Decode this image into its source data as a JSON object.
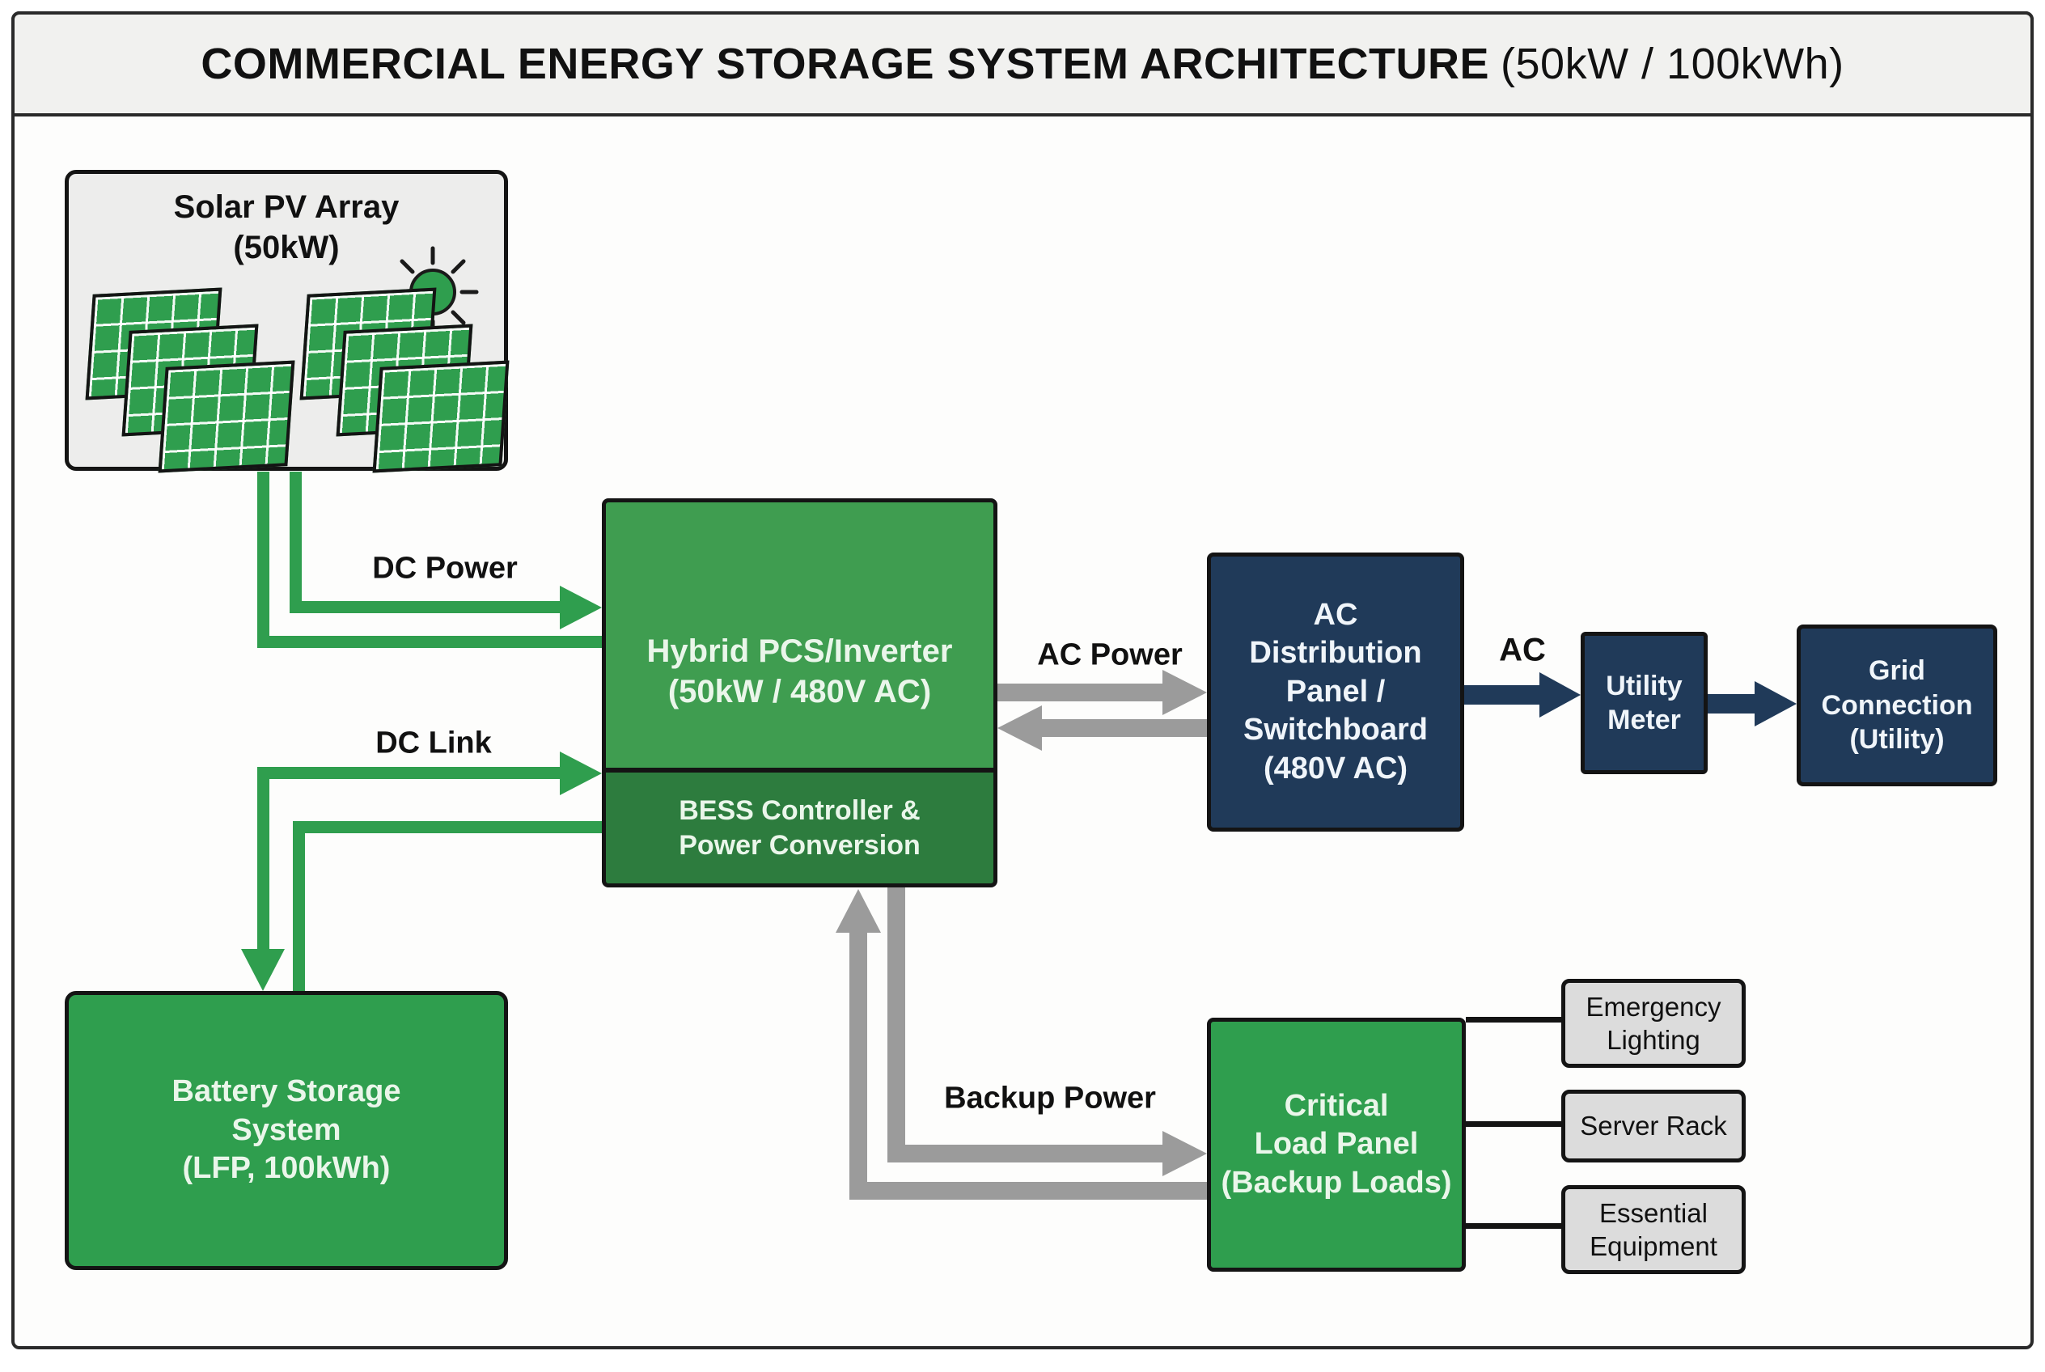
{
  "title": {
    "main": "COMMERCIAL ENERGY STORAGE SYSTEM ARCHITECTURE",
    "suffix": "(50kW / 100kWh)"
  },
  "palette": {
    "green": "#2f9e4e",
    "green_light_section": "#3f9d50",
    "green_dark_section": "#2d7c3e",
    "navy": "#203a59",
    "arrow_gray": "#9b9b9b",
    "load_box_gray": "#dcdcdc",
    "solar_box_gray": "#ededec",
    "outline_black": "#141414"
  },
  "nodes": {
    "solar": {
      "label": "Solar PV Array\n(50kW)"
    },
    "inverter": {
      "label": "Hybrid PCS/Inverter\n(50kW / 480V AC)"
    },
    "bess": {
      "label": "BESS Controller &\nPower Conversion"
    },
    "ac_panel": {
      "label": "AC\nDistribution\nPanel /\nSwitchboard\n(480V AC)"
    },
    "utility_meter": {
      "label": "Utility\nMeter"
    },
    "grid": {
      "label": "Grid\nConnection\n(Utility)"
    },
    "battery": {
      "label": "Battery Storage\nSystem\n(LFP, 100kWh)"
    },
    "critical": {
      "label": "Critical\nLoad Panel\n(Backup Loads)"
    },
    "loads": {
      "emergency": "Emergency\nLighting",
      "server": "Server Rack",
      "essential": "Essential\nEquipment"
    }
  },
  "edges": {
    "dc_power": "DC Power",
    "dc_link": "DC Link",
    "ac_power": "AC Power",
    "ac": "AC",
    "backup": "Backup Power"
  }
}
